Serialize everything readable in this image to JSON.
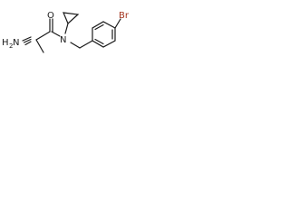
{
  "structure": {
    "atoms": {
      "amine_h": "H",
      "amine_h_count": "2",
      "amine_n": "N",
      "carbonyl_o": "O",
      "amide_n": "N",
      "bromine": "Br"
    }
  },
  "colors": {
    "bond": "#1a1a1a",
    "label": "#1a1a1a",
    "bromine": "#a3341e"
  }
}
